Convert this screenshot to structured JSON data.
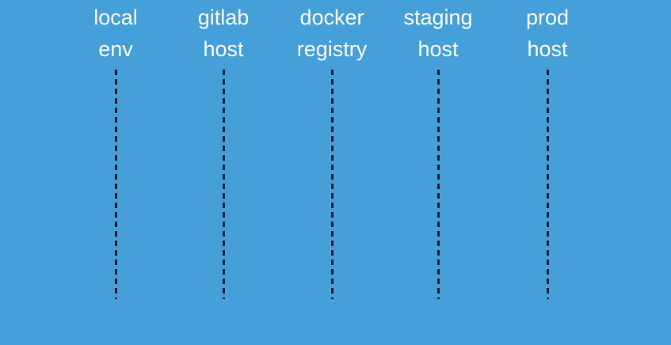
{
  "diagram": {
    "type": "sequence-diagram-lifelines",
    "colors": {
      "background": "#459fd8",
      "lifeline_dash": "#101c38",
      "label_text": "#ffffff"
    },
    "lifelines": [
      {
        "id": "local-env",
        "label_line1": "local",
        "label_line2": "env"
      },
      {
        "id": "gitlab-host",
        "label_line1": "gitlab",
        "label_line2": "host"
      },
      {
        "id": "docker-registry",
        "label_line1": "docker",
        "label_line2": "registry"
      },
      {
        "id": "staging-host",
        "label_line1": "staging",
        "label_line2": "host"
      },
      {
        "id": "prod-host",
        "label_line1": "prod",
        "label_line2": "host"
      }
    ]
  }
}
